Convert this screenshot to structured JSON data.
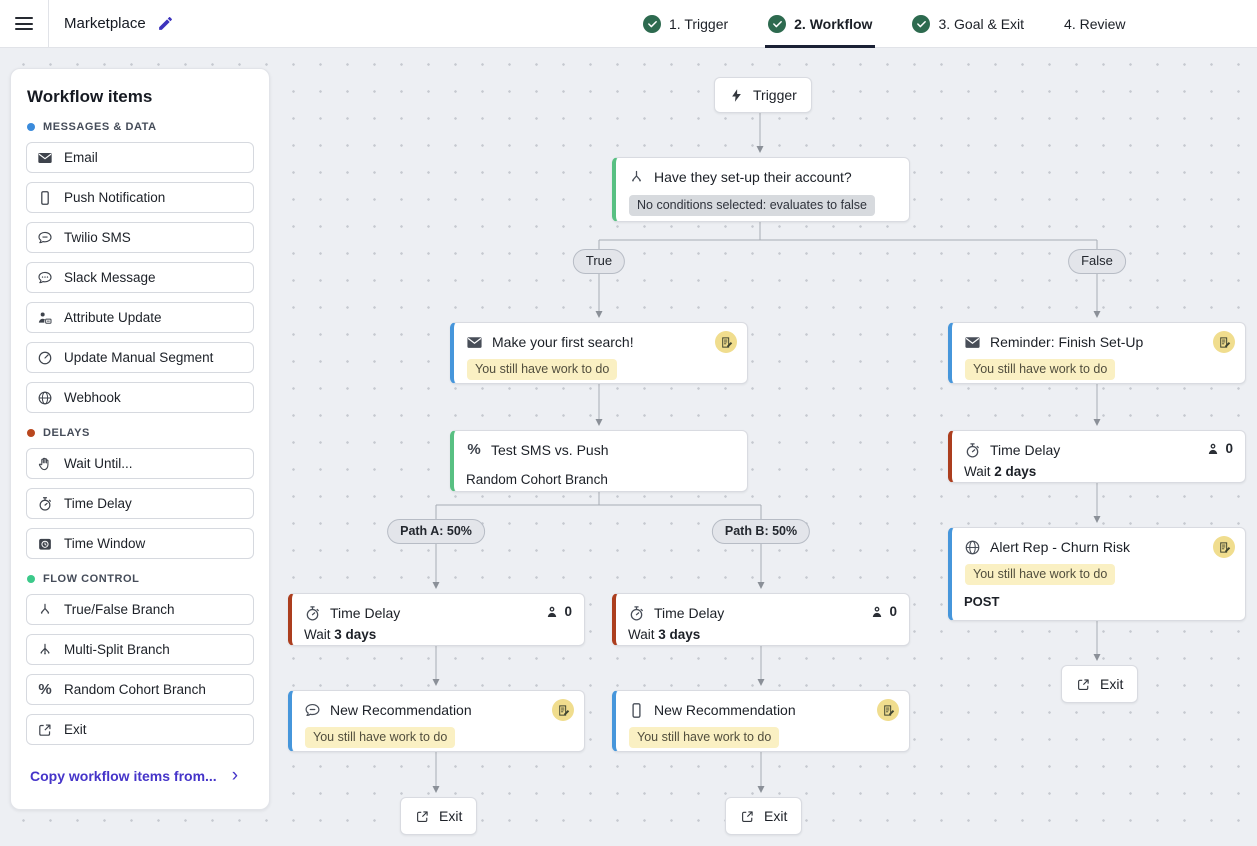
{
  "topbar": {
    "title": "Marketplace",
    "steps": [
      {
        "label": "1. Trigger",
        "checked": true,
        "active": false
      },
      {
        "label": "2. Workflow",
        "checked": true,
        "active": true
      },
      {
        "label": "3. Goal & Exit",
        "checked": true,
        "active": false
      },
      {
        "label": "4. Review",
        "checked": false,
        "active": false
      }
    ]
  },
  "sidebar": {
    "title": "Workflow items",
    "sections": [
      {
        "label": "MESSAGES & DATA",
        "dot_color": "#3B8BDB",
        "items": [
          "Email",
          "Push Notification",
          "Twilio SMS",
          "Slack Message",
          "Attribute Update",
          "Update Manual Segment",
          "Webhook"
        ]
      },
      {
        "label": "DELAYS",
        "dot_color": "#B9471E",
        "items": [
          "Wait Until...",
          "Time Delay",
          "Time Window"
        ]
      },
      {
        "label": "FLOW CONTROL",
        "dot_color": "#3CC98A",
        "items": [
          "True/False Branch",
          "Multi-Split Branch",
          "Random Cohort Branch",
          "Exit"
        ]
      }
    ],
    "copy_link": "Copy workflow items from..."
  },
  "canvas": {
    "trigger_label": "Trigger",
    "branch": {
      "title": "Have they set-up their account?",
      "note": "No conditions selected: evaluates to false"
    },
    "pill_true": "True",
    "pill_false": "False",
    "pill_path_a": "Path A: 50%",
    "pill_path_b": "Path B: 50%",
    "first_search": {
      "title": "Make your first search!",
      "warning": "You still have work to do"
    },
    "reminder": {
      "title": "Reminder: Finish Set-Up",
      "warning": "You still have work to do"
    },
    "cohort": {
      "title": "Test SMS vs. Push",
      "subtitle": "Random Cohort Branch"
    },
    "delay_a": {
      "title": "Time Delay",
      "wait_label": "Wait",
      "wait_value": "3 days",
      "count": "0"
    },
    "delay_b": {
      "title": "Time Delay",
      "wait_label": "Wait",
      "wait_value": "3 days",
      "count": "0"
    },
    "delay_false": {
      "title": "Time Delay",
      "wait_label": "Wait",
      "wait_value": "2 days",
      "count": "0"
    },
    "rec_sms": {
      "title": "New Recommendation",
      "warning": "You still have work to do"
    },
    "rec_push": {
      "title": "New Recommendation",
      "warning": "You still have work to do"
    },
    "webhook": {
      "title": "Alert Rep - Churn Risk",
      "warning": "You still have work to do",
      "method": "POST"
    },
    "exit_a": "Exit",
    "exit_b": "Exit",
    "exit_false": "Exit"
  },
  "icons": {
    "percent_glyph": "%",
    "chevron_right": "›"
  },
  "colors": {
    "accent_blue": "#4696DB",
    "accent_green": "#58C082",
    "accent_rust": "#AC3E1E",
    "section_blue": "#3B8BDB",
    "section_orange": "#B9471E",
    "section_green": "#3CC98A",
    "link_indigo": "#4534C9",
    "check_green": "#2D6A4F",
    "warning_bg": "#FAF0C3",
    "note_bg": "#F0DD8E",
    "canvas_bg": "#EDEFF3"
  }
}
